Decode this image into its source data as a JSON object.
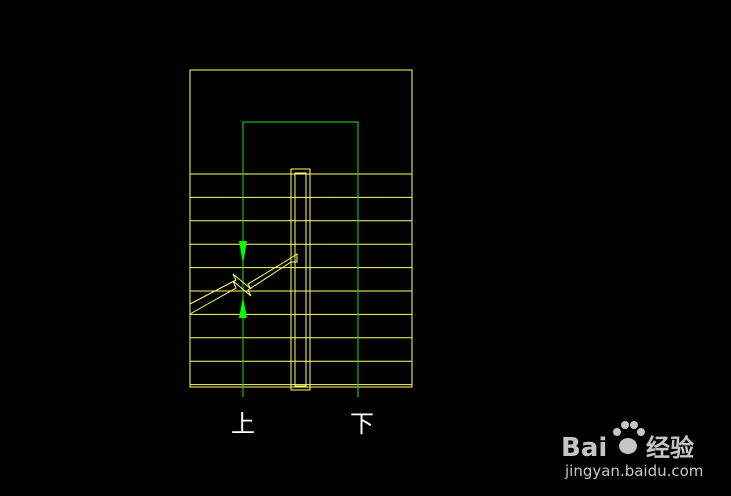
{
  "colors": {
    "background": "#000000",
    "outline": "#ffff66",
    "walk_line": "#22dd22",
    "arrow_fill": "#00ff00",
    "watermark": "#dddddd"
  },
  "stair": {
    "label_up": "上",
    "label_down": "下",
    "tread_count": 10
  },
  "watermark": {
    "brand_left": "Bai",
    "brand_right": "经验",
    "url": "jingyan.baidu.com"
  }
}
